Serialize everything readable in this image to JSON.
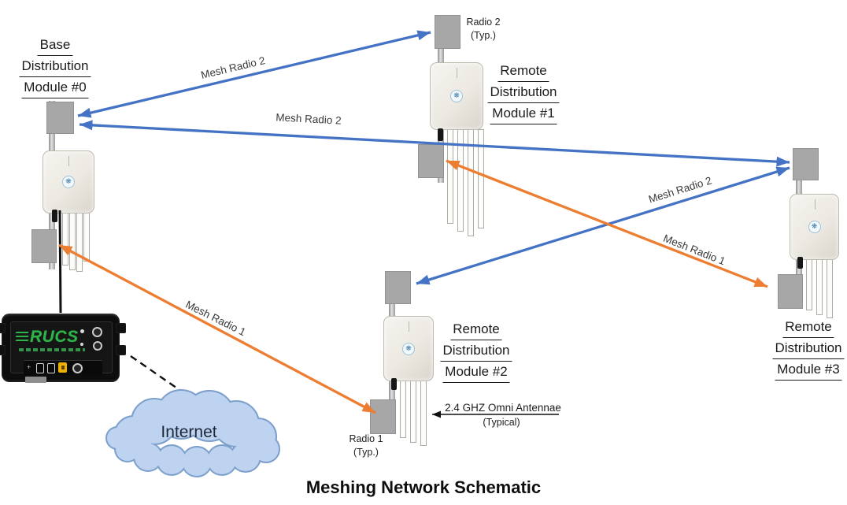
{
  "title": "Meshing Network Schematic",
  "colors": {
    "mesh_radio_2_blue": "#4472c4",
    "mesh_radio_1_orange": "#ed7d31",
    "radio_square_gray": "#a7a7a7",
    "cloud_fill": "#bed3f0",
    "cloud_stroke": "#7d9fcc",
    "rucs_green": "#2eb24a"
  },
  "modules": [
    {
      "id": "module-0",
      "label_lines": [
        "Base",
        "Distribution",
        "Module #0"
      ]
    },
    {
      "id": "module-1",
      "label_lines": [
        "Remote",
        "Distribution",
        "Module #1"
      ]
    },
    {
      "id": "module-2",
      "label_lines": [
        "Remote",
        "Distribution",
        "Module #2"
      ]
    },
    {
      "id": "module-3",
      "label_lines": [
        "Remote",
        "Distribution",
        "Module #3"
      ]
    }
  ],
  "radio_notes": {
    "radio2": [
      "Radio 2",
      "(Typ.)"
    ],
    "radio1": [
      "Radio 1",
      "(Typ.)"
    ]
  },
  "antenna_note": {
    "line1": "2.4 GHZ Omni Antennae",
    "line2": "(Typical)"
  },
  "links": [
    {
      "label": "Mesh Radio 2",
      "from": "module-0",
      "to": "module-1",
      "color": "blue",
      "bidirectional": true
    },
    {
      "label": "Mesh Radio 2",
      "from": "module-0",
      "to": "module-3",
      "color": "blue",
      "bidirectional": true
    },
    {
      "label": "Mesh Radio 2",
      "from": "module-2",
      "to": "module-3",
      "color": "blue",
      "bidirectional": true
    },
    {
      "label": "Mesh Radio 1",
      "from": "module-0",
      "to": "module-2",
      "color": "orange",
      "bidirectional": true
    },
    {
      "label": "Mesh Radio 1",
      "from": "module-1",
      "to": "module-3",
      "color": "orange",
      "bidirectional": true
    }
  ],
  "cloud": {
    "label": "Internet"
  },
  "rucs": {
    "brand": "RUCS"
  },
  "internet_connection": {
    "style": "dashed",
    "from": "rucs-gateway",
    "to": "internet-cloud"
  }
}
